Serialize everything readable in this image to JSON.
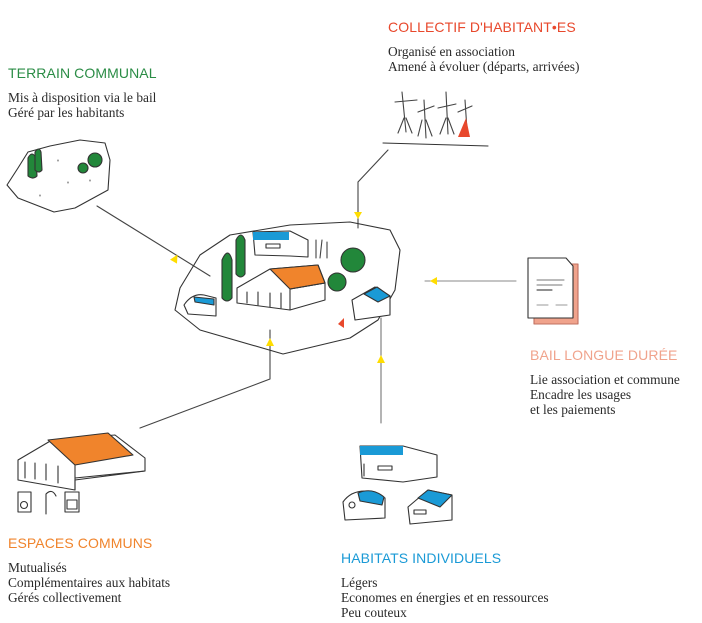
{
  "colors": {
    "terrain": "#2a8c45",
    "collectif": "#e8482c",
    "bail": "#f0a38c",
    "espaces": "#f0842c",
    "habitats": "#1a9ad6",
    "tree_green": "#22873a",
    "roof_orange": "#f0842c",
    "roof_blue": "#1a9ad6",
    "accent_red": "#e8482c",
    "connector_marker": "#ffdd00"
  },
  "blocks": {
    "terrain": {
      "title": "TERRAIN COMMUNAL",
      "lines": [
        "Mis à disposition via le bail",
        "Géré par les habitants"
      ]
    },
    "collectif": {
      "title": "COLLECTIF D'HABITANT•ES",
      "lines": [
        "Organisé en association",
        "Amené à évoluer (départs, arrivées)"
      ]
    },
    "bail": {
      "title": "BAIL LONGUE DURÉE",
      "lines": [
        "Lie association et commune",
        "Encadre les usages",
        "et les paiements"
      ]
    },
    "espaces": {
      "title": "ESPACES COMMUNS",
      "lines": [
        "Mutualisés",
        "Complémentaires aux habitats",
        "Gérés collectivement"
      ]
    },
    "habitats": {
      "title": "HABITATS INDIVIDUELS",
      "lines": [
        "Légers",
        "Economes en énergies et en ressources",
        "Peu couteux"
      ]
    }
  },
  "illustrations": {
    "center": "shared-site-icon",
    "terrain": "land-plot-icon",
    "collectif": "people-group-icon",
    "bail": "lease-document-icon",
    "espaces": "common-building-icon",
    "habitats": "individual-houses-icon"
  }
}
